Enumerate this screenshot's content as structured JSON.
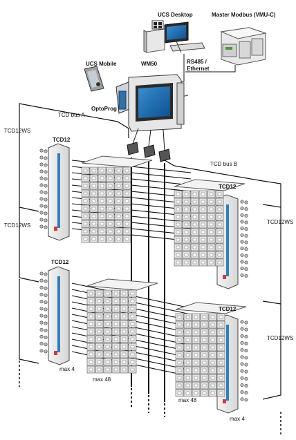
{
  "labels": {
    "ucs_desktop": "UCS Desktop",
    "master_modbus": "Master Modbus (VMU-C)",
    "ucs_mobile": "UCS Mobile",
    "wm50": "WM50",
    "rs485": "RS485 /",
    "ethernet": "Ethernet",
    "optoprog": "OptoProg",
    "tcd_bus_a": "TCD bus A",
    "tcd_bus_b": "TCD bus B",
    "tcd12ws_1": "TCD12WS",
    "tcd12ws_2": "TCD12WS",
    "tcd12ws_3": "TCD12WS",
    "tcd12ws_4": "TCD12WS",
    "tcd12_1": "TCD12",
    "tcd12_2": "TCD12",
    "tcd12_3": "TCD12",
    "tcd12_4": "TCD12",
    "max4_left": "max 4",
    "max48_left": "max 48",
    "max48_right": "max 48",
    "max4_right": "max 4"
  }
}
